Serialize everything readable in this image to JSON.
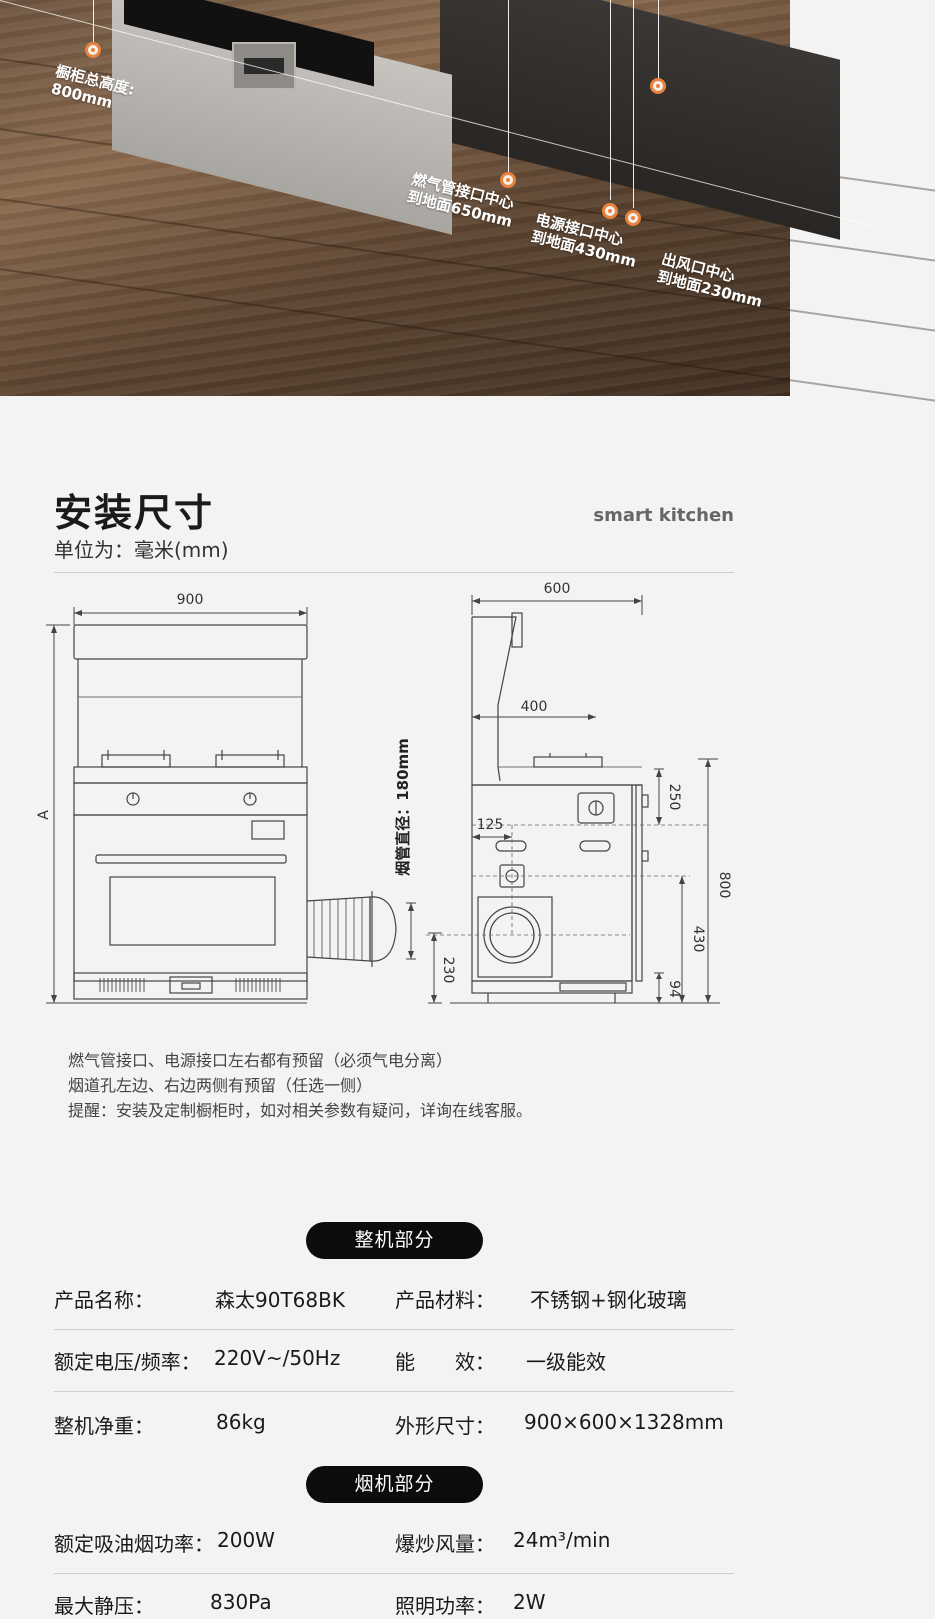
{
  "hero": {
    "callouts": [
      {
        "line1": "橱柜总高度:",
        "line2": "800mm"
      },
      {
        "line1": "燃气管接口中心",
        "line2": "到地面650mm"
      },
      {
        "line1": "电源接口中心",
        "line2": "到地面430mm"
      },
      {
        "line1": "出风口中心",
        "line2": "到地面230mm"
      }
    ]
  },
  "section": {
    "title": "安装尺寸",
    "unit": "单位为：毫米(mm)",
    "brand": "smart kitchen"
  },
  "drawing": {
    "front_width": "900",
    "height_label": "A",
    "duct_label": "烟管直径：180mm",
    "duct_height": "230",
    "side_width": "600",
    "hood_depth": "400",
    "offset_125": "125",
    "dim_250": "250",
    "dim_800": "800",
    "dim_430": "430",
    "dim_94": "94"
  },
  "notes": [
    "燃气管接口、电源接口左右都有预留（必须气电分离）",
    "烟道孔左边、右边两侧有预留（任选一侧）",
    "提醒：安装及定制橱柜时，如对相关参数有疑问，详询在线客服。"
  ],
  "specs": {
    "machine_title": "整机部分",
    "hood_title": "烟机部分",
    "machine": [
      {
        "label": "产品名称：",
        "value": "森太90T68BK",
        "label2": "产品材料：",
        "value2": "不锈钢+钢化玻璃"
      },
      {
        "label": "额定电压/频率：",
        "value": "220V~/50Hz",
        "label2": "能　　效：",
        "value2": "一级能效"
      },
      {
        "label": "整机净重：",
        "value": "86kg",
        "label2": "外形尺寸：",
        "value2": "900×600×1328mm"
      }
    ],
    "hood": [
      {
        "label": "额定吸油烟功率：",
        "value": "200W",
        "label2": "爆炒风量：",
        "value2": "24m³/min"
      },
      {
        "label": "最大静压：",
        "value": "830Pa",
        "label2": "照明功率：",
        "value2": "2W"
      }
    ]
  },
  "colors": {
    "accent": "#e9823f",
    "pill": "#0c0c0c"
  }
}
